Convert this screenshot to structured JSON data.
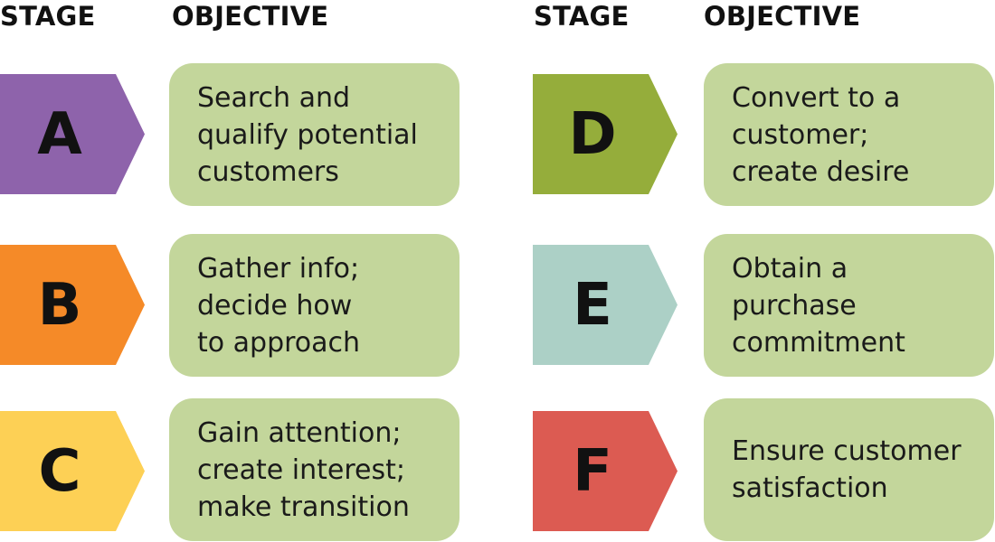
{
  "headers": {
    "left_stage": "STAGE",
    "left_objective": "OBJECTIVE",
    "right_stage": "STAGE",
    "right_objective": "OBJECTIVE"
  },
  "stages": [
    {
      "letter": "A",
      "color": "#8e63ab",
      "objective": [
        "Search and",
        "qualify potential",
        "customers"
      ]
    },
    {
      "letter": "B",
      "color": "#f58a28",
      "objective": [
        "Gather info;",
        "decide how",
        "to approach"
      ]
    },
    {
      "letter": "C",
      "color": "#fdd055",
      "objective": [
        "Gain attention;",
        "create interest;",
        "make transition"
      ]
    },
    {
      "letter": "D",
      "color": "#95ad3b",
      "objective": [
        "Convert to a",
        "customer;",
        "create desire"
      ]
    },
    {
      "letter": "E",
      "color": "#acd0c6",
      "objective": [
        "Obtain a",
        "purchase",
        "commitment"
      ]
    },
    {
      "letter": "F",
      "color": "#dc5b52",
      "objective": [
        "Ensure customer",
        "satisfaction"
      ]
    }
  ],
  "colors": {
    "objective_fill": "#c3d69b",
    "text": "#111111"
  }
}
